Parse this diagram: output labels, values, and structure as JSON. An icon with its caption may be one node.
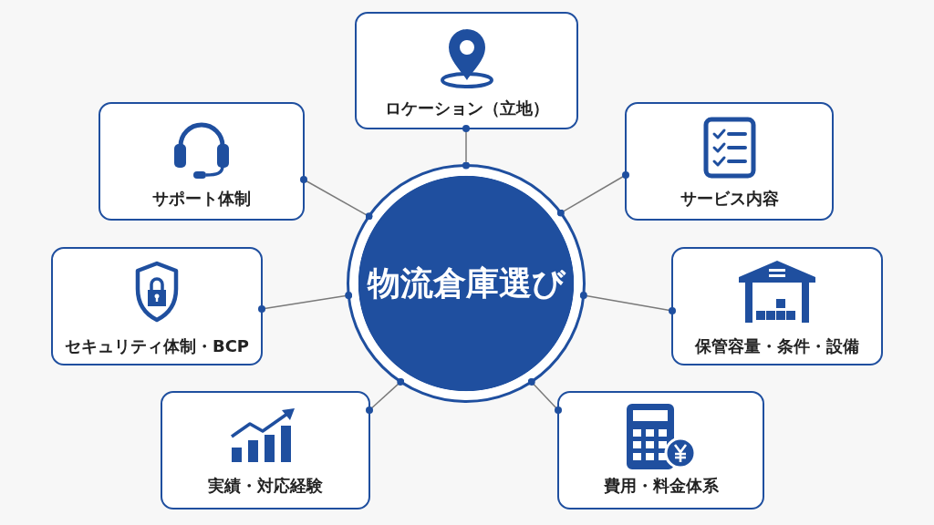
{
  "diagram": {
    "nodes": [
      {
        "text": [
          "物流倉庫選び"
        ]
      },
      {
        "text": [
          "ロケーション（立地）"
        ]
      },
      {
        "text": [
          "サポート体制"
        ]
      },
      {
        "text": [
          "サービス内容"
        ]
      },
      {
        "text": [
          "セキュリティ体制・BCP"
        ]
      },
      {
        "text": [
          "保管容量・条件・設備"
        ]
      },
      {
        "text": [
          "実績・対応経験"
        ]
      },
      {
        "text": [
          "費用・料金体系"
        ]
      }
    ],
    "edges": [
      {
        "from": 0,
        "to": 1,
        "arrow": "other"
      },
      {
        "from": 0,
        "to": 2,
        "arrow": "other"
      },
      {
        "from": 0,
        "to": 3,
        "arrow": "other"
      },
      {
        "from": 0,
        "to": 4,
        "arrow": "other"
      },
      {
        "from": 0,
        "to": 5,
        "arrow": "other"
      },
      {
        "from": 0,
        "to": 6,
        "arrow": "other"
      },
      {
        "from": 0,
        "to": 7,
        "arrow": "other"
      }
    ]
  }
}
